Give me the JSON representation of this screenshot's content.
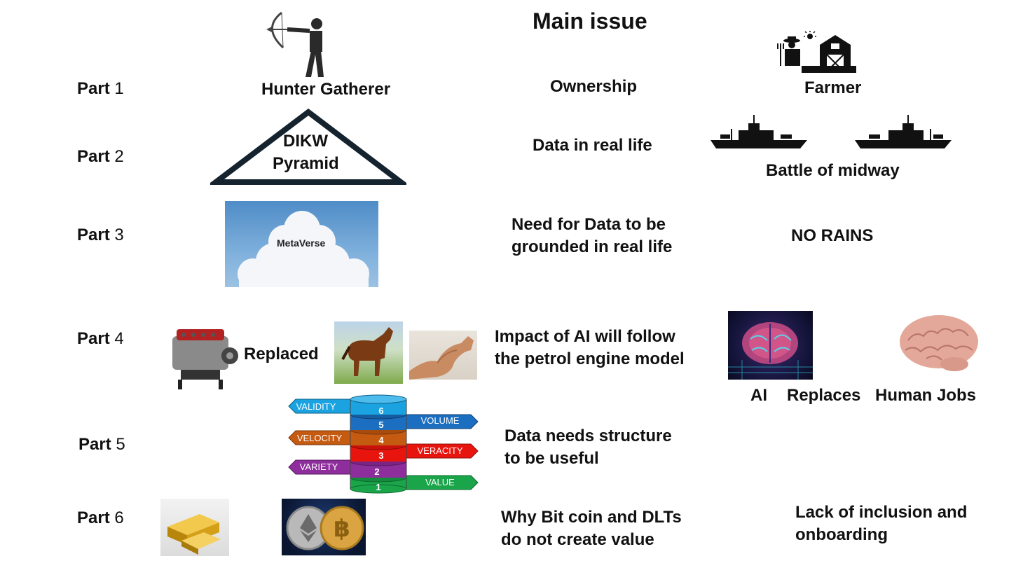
{
  "title": "Main issue",
  "parts": [
    {
      "word": "Part",
      "num": "1"
    },
    {
      "word": "Part",
      "num": "2"
    },
    {
      "word": "Part",
      "num": "3"
    },
    {
      "word": "Part",
      "num": "4"
    },
    {
      "word": "Part",
      "num": "5"
    },
    {
      "word": "Part",
      "num": "6"
    }
  ],
  "row1": {
    "left_label": "Hunter Gatherer",
    "issue": "Ownership",
    "right_label": "Farmer"
  },
  "row2": {
    "pyramid_line1": "DIKW",
    "pyramid_line2": "Pyramid",
    "issue": "Data in real life",
    "right_label": "Battle of midway"
  },
  "row3": {
    "cloud_label": "MetaVerse",
    "issue_line1": "Need for Data to be",
    "issue_line2": "grounded in real life",
    "right_label": "NO RAINS"
  },
  "row4": {
    "replaced": "Replaced",
    "issue_line1": "Impact of AI will follow",
    "issue_line2": "the petrol engine model",
    "ai": "AI",
    "replaces": "Replaces",
    "human_jobs": "Human Jobs"
  },
  "row5": {
    "issue_line1": "Data needs structure",
    "issue_line2": "to be useful",
    "stack_numbers": [
      "6",
      "5",
      "4",
      "3",
      "2",
      "1"
    ],
    "tags": {
      "validity": "VALIDITY",
      "volume": "VOLUME",
      "velocity": "VELOCITY",
      "veracity": "VERACITY",
      "variety": "VARIETY",
      "value": "VALUE"
    }
  },
  "row6": {
    "issue_line1": "Why Bit coin and DLTs",
    "issue_line2": "do not create value",
    "right_line1": "Lack of inclusion and",
    "right_line2": "onboarding"
  },
  "colors": {
    "pyramid": "#14232e",
    "six": "#1aa3e0",
    "five": "#1c6fc0",
    "four": "#c55a11",
    "three": "#e8150f",
    "two": "#8e2e9c",
    "one": "#1aa54a"
  }
}
